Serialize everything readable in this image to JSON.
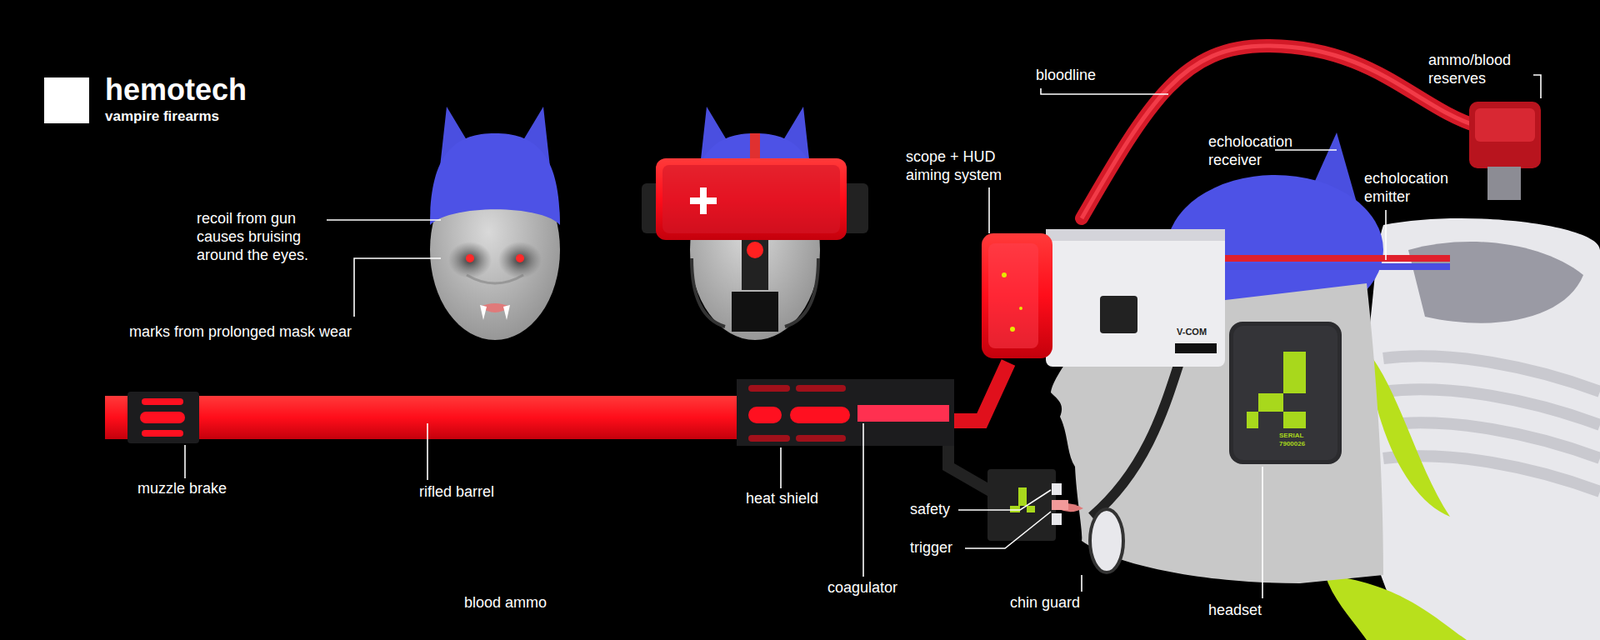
{
  "diagram": {
    "title": "hemotech",
    "labels": [
      "vampire firearms",
      "recoil from gun causes bruising around the eyes.",
      "marks from prolonged mask wear",
      "bloodline",
      "ammo/blood reserves",
      "echolocation receiver",
      "echolocation emitter",
      "scope + HUD aiming system",
      "V-COM",
      "SERIAL 7900026",
      "muzzle brake",
      "rifled barrel",
      "heat shield",
      "safety",
      "trigger",
      "coagulator",
      "chin guard",
      "headset",
      "blood ammo"
    ]
  }
}
